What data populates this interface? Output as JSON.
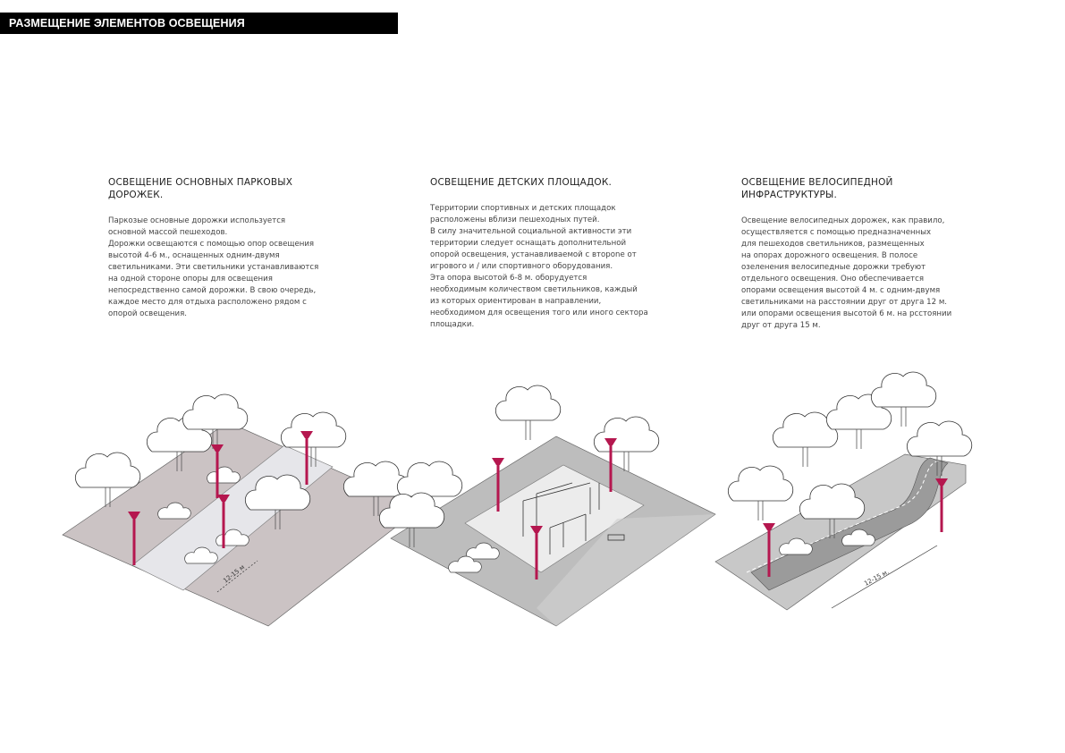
{
  "header": {
    "title": "РАЗМЕЩЕНИЕ ЭЛЕМЕНТОВ ОСВЕЩЕНИЯ"
  },
  "sections": [
    {
      "title_lines": [
        "ОСВЕЩЕНИЕ ОСНОВНЫХ ПАРКОВЫХ",
        "ДОРОЖЕК."
      ],
      "body_lines": [
        "Паркозые основные дорожки используется",
        "основной массой пешеходов.",
        "Дорожки освещаются с помощью опор освещения",
        "высотой 4-6 м., оснащенных одним-двумя",
        "светильниками. Эти светильники устанавливаются",
        "на одной стороне опоры для освещения",
        "непосредственно самой дорожки. В свою очередь,",
        "каждое место для отдыха расположено рядом с",
        "опорой освещения."
      ],
      "dimension_label": "12-15 м"
    },
    {
      "title_lines": [
        "ОСВЕЩЕНИЕ ДЕТСКИХ ПЛОЩАДОК."
      ],
      "body_lines": [
        "Территории спортивных и детских площадок",
        "расположены вблизи пешеходных путей.",
        "В силу значительной социальной активности эти",
        "территории следует оснащать дополнительной",
        "опорой освещения, устанавливаемой с вторone от",
        "игрового и / или спортивного оборудования.",
        "Эта опора высотой 6-8 м. оборудуется",
        "необходимым количеством светильников, каждый",
        "из которых ориентирован в направлении,",
        "необходимом для освещения того или иного сектора",
        "площадки."
      ]
    },
    {
      "title_lines": [
        "ОСВЕЩЕНИЕ ВЕЛОСИПЕДНОЙ",
        "ИНФРАСТРУКТУРЫ."
      ],
      "body_lines": [
        "Освещение велосипедных дорожек, как правило,",
        "осуществляется с помощью предназначенных",
        "для пешеходов светильников, размещенных",
        "на опорах дорожного освещения. В полосе",
        "озеленения велосипедные дорожки требуют",
        "отдельного освещения. Оно обеспечивается",
        "опорами освещения высотой 4 м. с одним-двумя",
        "светильниками на расстоянии друг от друга 12 м.",
        "или опорами освещения высотой 6 м. на рсстоянии",
        "друг от друга 15 м."
      ],
      "dimension_label": "12-15 м."
    }
  ],
  "colors": {
    "pole": "#b5174f",
    "ground": "#cbc3c4",
    "path": "#e6e6ea",
    "header_bg": "#000000"
  }
}
